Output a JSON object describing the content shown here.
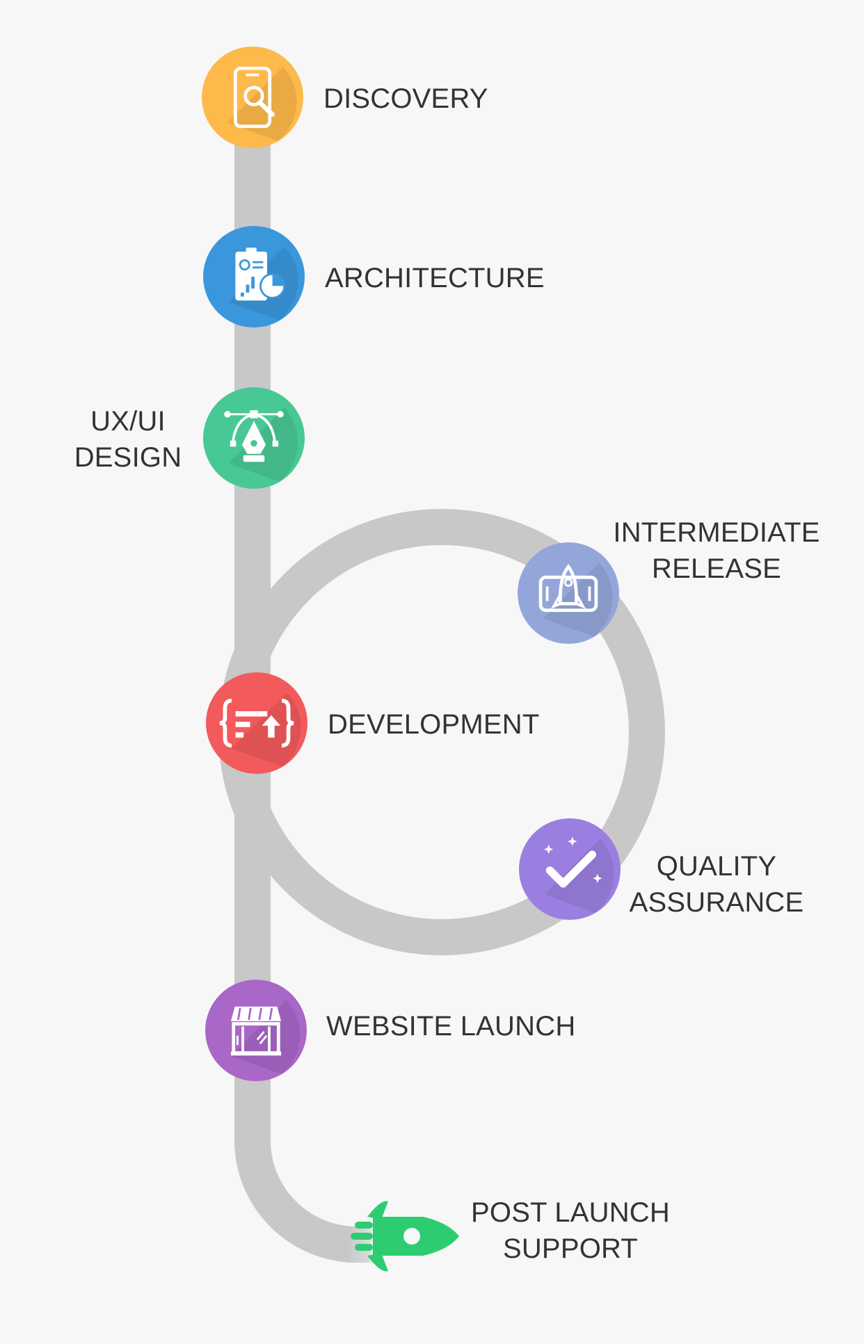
{
  "steps": [
    {
      "id": "discovery",
      "lines": [
        "DISCOVERY"
      ],
      "color": "#FDB94A",
      "icon": "magnifier-phone-icon"
    },
    {
      "id": "architecture",
      "lines": [
        "ARCHITECTURE"
      ],
      "color": "#3A97DC",
      "icon": "clipboard-chart-icon"
    },
    {
      "id": "uxui-design",
      "lines": [
        "UX/UI",
        "DESIGN"
      ],
      "color": "#48C894",
      "icon": "pen-tool-icon"
    },
    {
      "id": "intermediate-release",
      "lines": [
        "INTERMEDIATE",
        "RELEASE"
      ],
      "color": "#94A6D9",
      "icon": "rocket-phone-icon"
    },
    {
      "id": "development",
      "lines": [
        "DEVELOPMENT"
      ],
      "color": "#F25A5C",
      "icon": "code-braces-icon"
    },
    {
      "id": "quality-assurance",
      "lines": [
        "QUALITY",
        "ASSURANCE"
      ],
      "color": "#9B7FE0",
      "icon": "checkmark-sparkle-icon"
    },
    {
      "id": "website-launch",
      "lines": [
        "WEBSITE LAUNCH"
      ],
      "color": "#A967C8",
      "icon": "storefront-icon"
    },
    {
      "id": "post-launch-support",
      "lines": [
        "POST LAUNCH",
        "SUPPORT"
      ],
      "color": "#2ECC71",
      "icon": "rocket-icon"
    }
  ],
  "colors": {
    "track": "#C8C8C8",
    "text": "#333333",
    "background": "#F7F7F7"
  }
}
